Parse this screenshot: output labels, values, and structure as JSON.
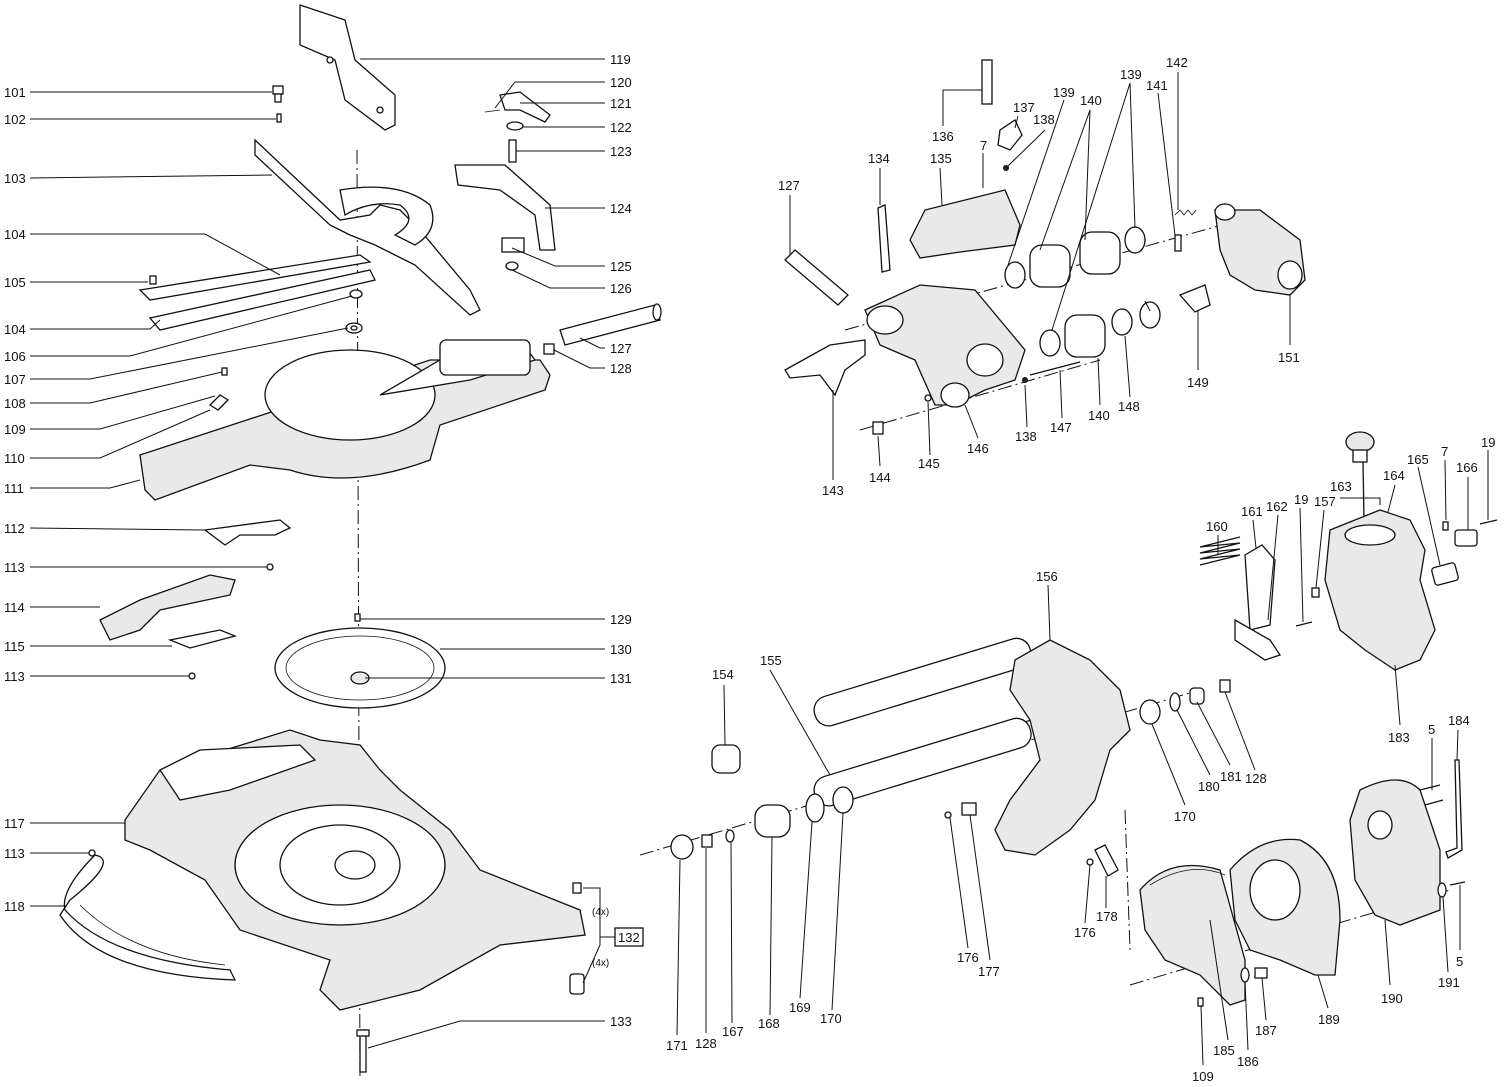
{
  "left_labels": {
    "p101": "101",
    "p102": "102",
    "p103": "103",
    "p104a": "104",
    "p105": "105",
    "p104b": "104",
    "p106": "106",
    "p107": "107",
    "p108": "108",
    "p109": "109",
    "p110": "110",
    "p111": "111",
    "p112": "112",
    "p113a": "113",
    "p114": "114",
    "p115": "115",
    "p113b": "113",
    "p117": "117",
    "p113c": "113",
    "p118": "118"
  },
  "right_column_labels": {
    "p119": "119",
    "p120": "120",
    "p121": "121",
    "p122": "122",
    "p123": "123",
    "p124": "124",
    "p125": "125",
    "p126": "126",
    "p127": "127",
    "p128": "128",
    "p129": "129",
    "p130": "130",
    "p131": "131",
    "p132": "132",
    "p133": "133",
    "qty_4x_a": "(4x)",
    "qty_4x_b": "(4x)"
  },
  "upper_right_labels": {
    "p127": "127",
    "p134": "134",
    "p135": "135",
    "p136": "136",
    "p137": "137",
    "p7a": "7",
    "p138a": "138",
    "p139a": "139",
    "p140a": "140",
    "p139b": "139",
    "p141": "141",
    "p142": "142",
    "p143": "143",
    "p144": "144",
    "p145": "145",
    "p146": "146",
    "p138b": "138",
    "p147": "147",
    "p140b": "140",
    "p148": "148",
    "p149": "149",
    "p151": "151"
  },
  "lower_right_labels": {
    "p154": "154",
    "p155": "155",
    "p156": "156",
    "p160": "160",
    "p161": "161",
    "p162": "162",
    "p19a": "19",
    "p157": "157",
    "p163": "163",
    "p164": "164",
    "p165": "165",
    "p7b": "7",
    "p166": "166",
    "p19b": "19",
    "p183": "183",
    "p5a": "5",
    "p184": "184",
    "p170a": "170",
    "p180": "180",
    "p181": "181",
    "p128": "128",
    "p171": "171",
    "p128b": "128",
    "p167": "167",
    "p168": "168",
    "p169": "169",
    "p170b": "170",
    "p176a": "176",
    "p177": "177",
    "p176b": "176",
    "p178": "178",
    "p185": "185",
    "p186": "186",
    "p187": "187",
    "p189": "189",
    "p190": "190",
    "p191": "191",
    "p5b": "5",
    "p109": "109"
  },
  "colors": {
    "line": "#111111",
    "background": "#ffffff",
    "part_fill": "#ffffff",
    "shade": "#e9e9e9"
  }
}
